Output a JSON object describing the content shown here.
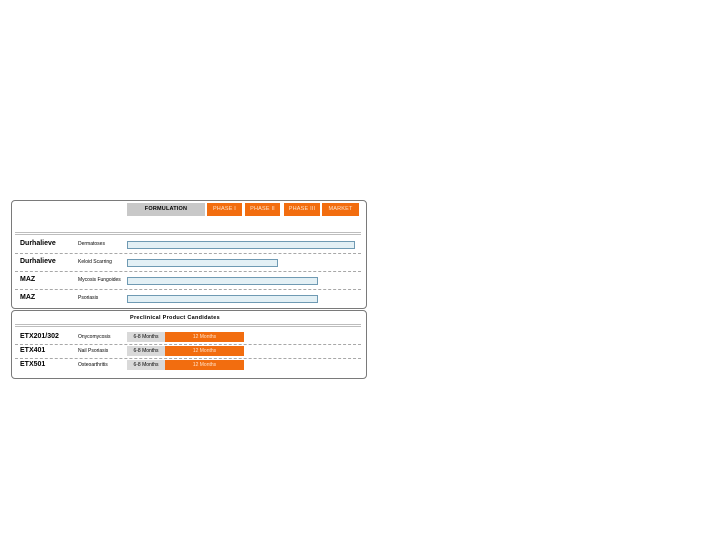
{
  "chart_data": {
    "type": "bar",
    "phases": [
      "FORMULATION",
      "PHASE I",
      "PHASE II",
      "PHASE III",
      "MARKET"
    ],
    "pipeline": [
      {
        "drug": "Durhalieve",
        "indication": "Dermatoses",
        "progress_phases": 4.9
      },
      {
        "drug": "Durhalieve",
        "indication": "Keloid Scarring",
        "progress_phases": 2.95
      },
      {
        "drug": "MAZ",
        "indication": "Mycosis Fungoides",
        "progress_phases": 3.95
      },
      {
        "drug": "MAZ",
        "indication": "Psoriasis",
        "progress_phases": 3.95
      }
    ],
    "preclinical": {
      "title": "Preclinical Product Candidates",
      "items": [
        {
          "drug": "ETX201/302",
          "indication": "Onycomycosis",
          "segments": [
            "6-8 Months",
            "12 Months"
          ]
        },
        {
          "drug": "ETX401",
          "indication": "Nail Psoriasis",
          "segments": [
            "6-8 Months",
            "12 Months"
          ]
        },
        {
          "drug": "ETX501",
          "indication": "Osteoarthritis",
          "segments": [
            "6-8 Months",
            "12 Months"
          ]
        }
      ]
    }
  },
  "colors": {
    "accent": "#f26d0f",
    "bar_fill": "#e3f0f5",
    "bar_border": "#6f9ab3",
    "formulation": "#c8c8c8"
  }
}
